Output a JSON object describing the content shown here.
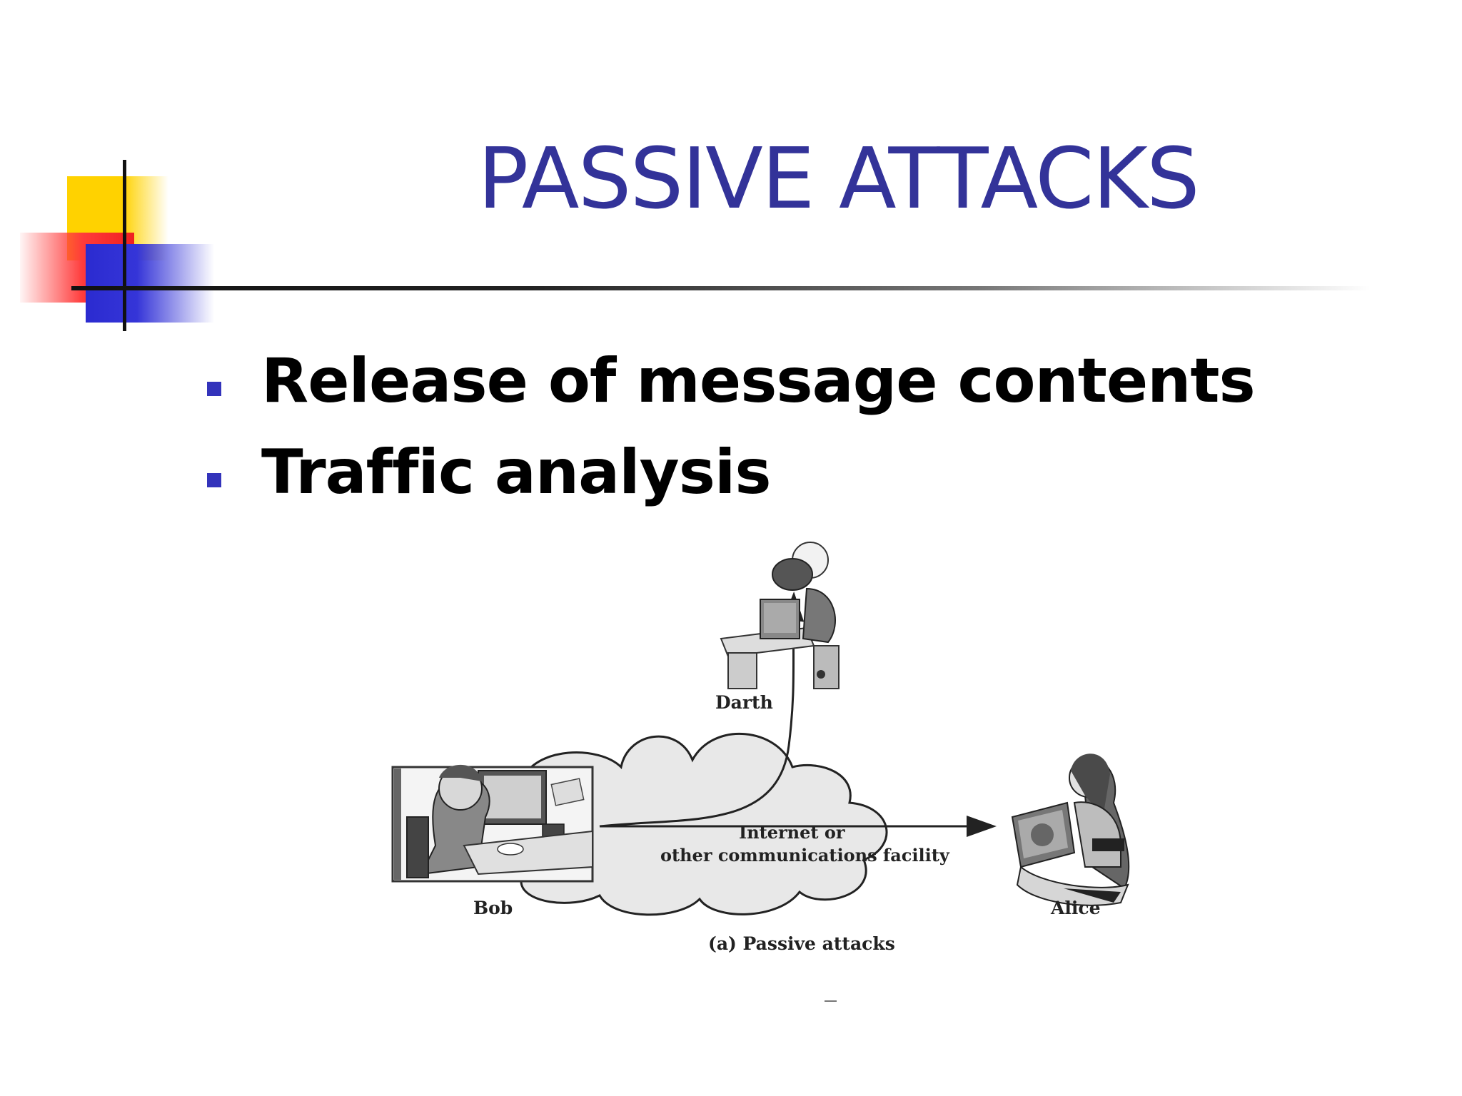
{
  "slide": {
    "title": "PASSIVE ATTACKS",
    "bullets": [
      {
        "text": "Release of message contents"
      },
      {
        "text": "Traffic analysis"
      }
    ]
  },
  "figure": {
    "labels": {
      "darth": "Darth",
      "bob": "Bob",
      "alice": "Alice",
      "network_line1": "Internet or",
      "network_line2": "other communications facility",
      "caption": "(a) Passive attacks"
    }
  },
  "colors": {
    "title": "#333399",
    "bullet": "#3333bb",
    "accent_yellow": "#ffd200",
    "accent_red": "#ff3b3b",
    "accent_blue": "#3535d8"
  },
  "icons": [
    "darth-attacker-illustration",
    "bob-workstation-illustration",
    "alice-laptop-illustration",
    "cloud-network-shape"
  ]
}
